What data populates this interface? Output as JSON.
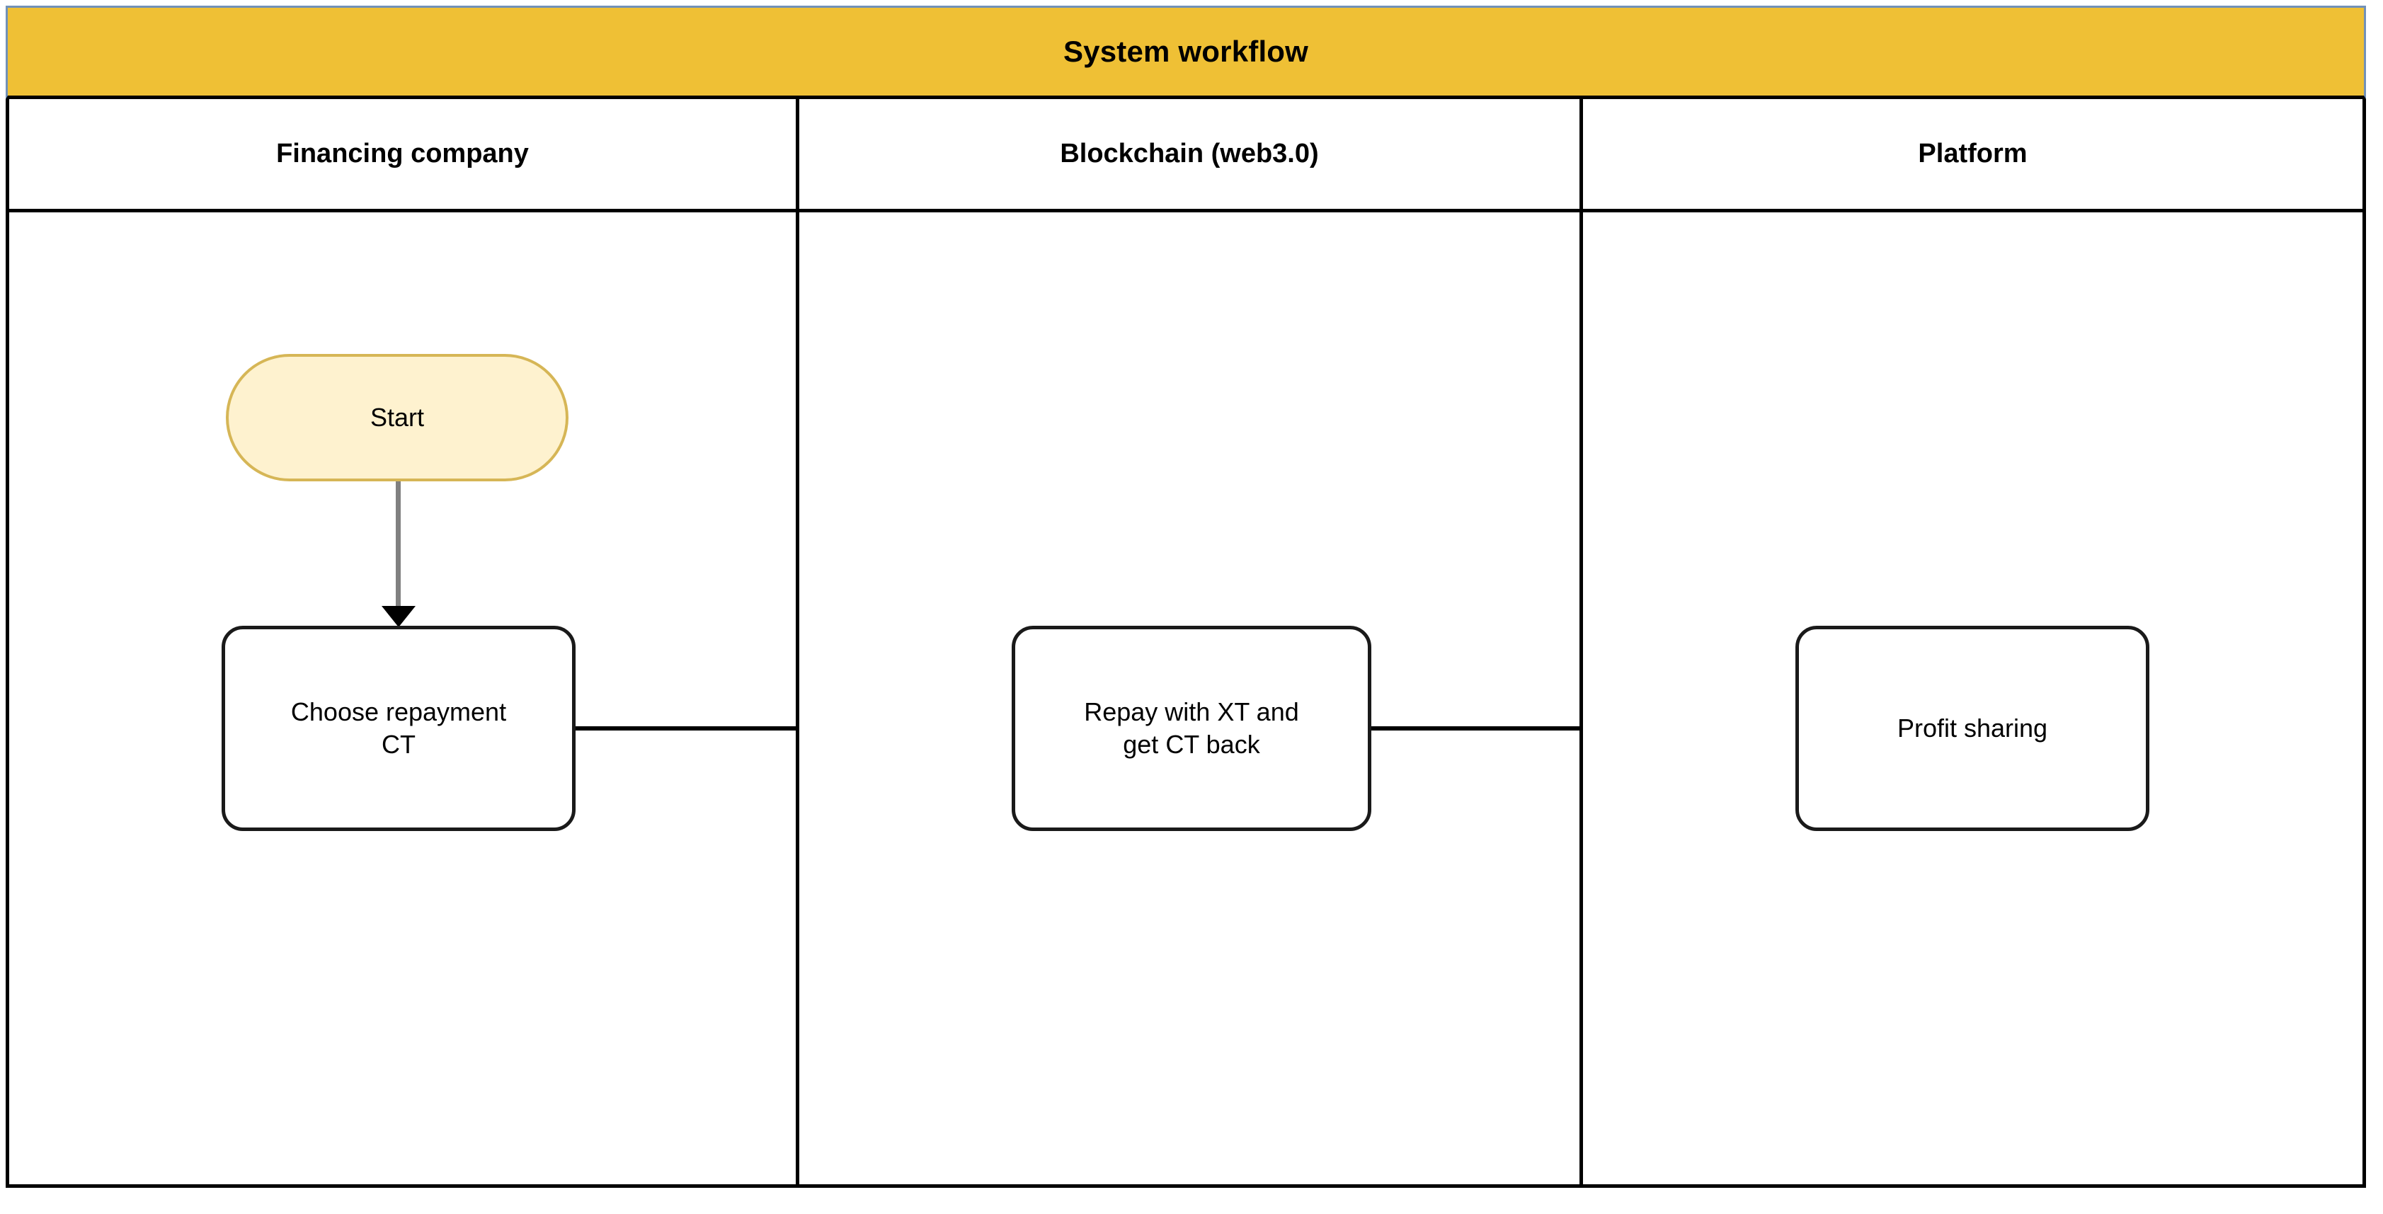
{
  "diagram": {
    "type": "swimlane-flowchart",
    "title": "System workflow",
    "lanes": [
      {
        "id": "financing-company",
        "label": "Financing company"
      },
      {
        "id": "blockchain",
        "label": "Blockchain (web3.0)"
      },
      {
        "id": "platform",
        "label": "Platform"
      }
    ],
    "nodes": [
      {
        "id": "start",
        "lane": "financing-company",
        "shape": "terminator",
        "label": "Start"
      },
      {
        "id": "choose",
        "lane": "financing-company",
        "shape": "process",
        "label": "Choose repayment\nCT"
      },
      {
        "id": "repay",
        "lane": "blockchain",
        "shape": "process",
        "label": "Repay with XT and\nget CT back"
      },
      {
        "id": "profit",
        "lane": "platform",
        "shape": "process",
        "label": "Profit sharing"
      }
    ],
    "edges": [
      {
        "id": "edge-start-choose",
        "from": "start",
        "to": "choose",
        "direction": "down",
        "color": "#808080"
      },
      {
        "id": "edge-choose-repay",
        "from": "choose",
        "to": "repay",
        "direction": "right",
        "color": "#000000"
      },
      {
        "id": "edge-repay-profit",
        "from": "repay",
        "to": "profit",
        "direction": "right",
        "color": "#000000"
      }
    ],
    "colors": {
      "title_band_fill": "#EFC035",
      "title_band_border": "#7191B8",
      "lane_border": "#000000",
      "start_fill": "#FEF2CF",
      "start_border": "#D6B656",
      "process_fill": "#FFFFFF",
      "process_border": "#1A1A1A",
      "arrow_gray": "#808080",
      "arrow_black": "#000000"
    }
  }
}
